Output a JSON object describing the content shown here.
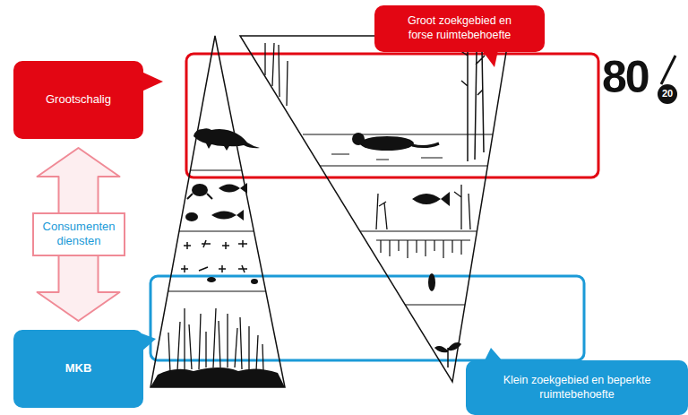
{
  "diagram": {
    "nodes": [
      {
        "text": [
          "Groot zoekgebied en forse ruimtebehoefte"
        ]
      },
      {
        "text": [
          "Grootschalig"
        ]
      },
      {
        "text": [
          "MKB"
        ]
      },
      {
        "text": [
          "Klein zoekgebied en beperkte ruimtebehoefte"
        ]
      }
    ],
    "edges": [
      {
        "from": 1,
        "to": 2,
        "arrow": "both",
        "label": "Consumenten diensten"
      }
    ],
    "labels": [
      "80",
      "20"
    ]
  }
}
